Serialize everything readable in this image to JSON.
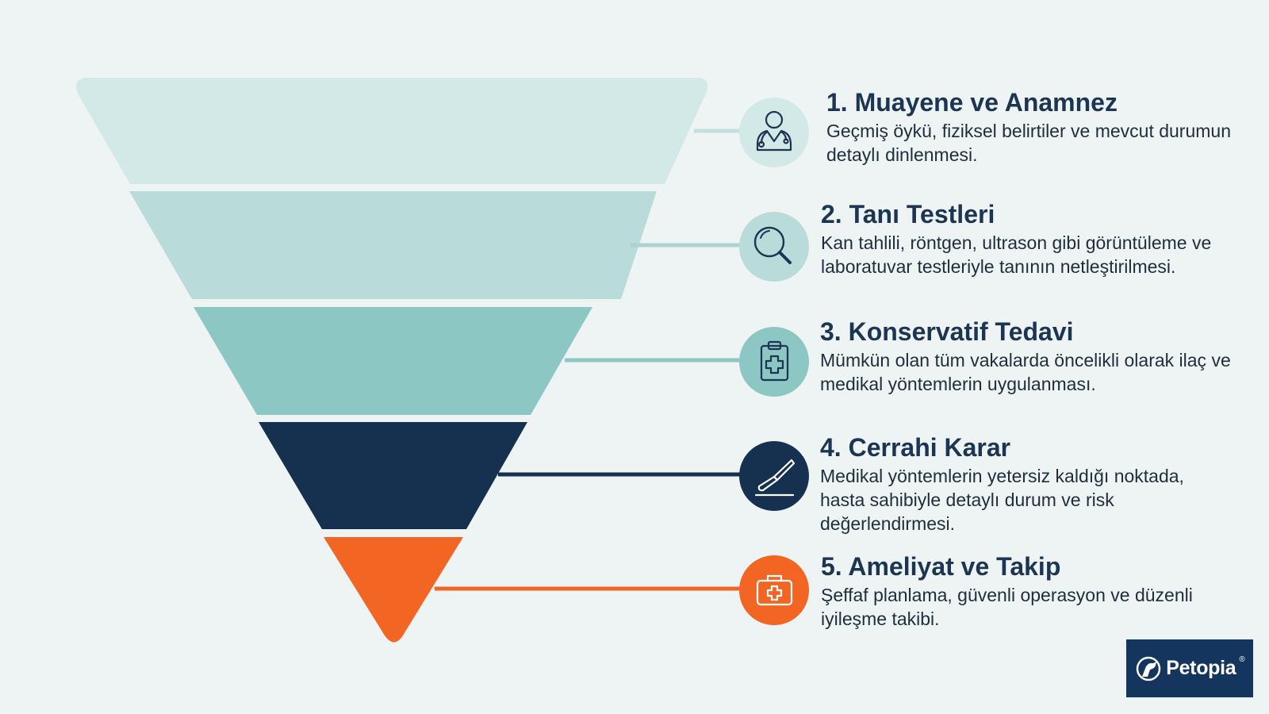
{
  "steps": [
    {
      "title": "1. Muayene ve Anamnez",
      "description": "Geçmiş öykü, fiziksel belirtiler ve mevcut durumun detaylı dinlenmesi.",
      "icon": "doctor-stethoscope-icon",
      "color": "#d3e9e8"
    },
    {
      "title": "2. Tanı Testleri",
      "description": "Kan tahlili, röntgen, ultrason gibi görüntüleme ve laboratuvar testleriyle tanının netleştirilmesi.",
      "icon": "magnifier-icon",
      "color": "#b9dcdb"
    },
    {
      "title": "3. Konservatif Tedavi",
      "description": "Mümkün olan tüm vakalarda öncelikli olarak ilaç ve medikal yöntemlerin uygulanması.",
      "icon": "clipboard-medical-icon",
      "color": "#8cc7c4"
    },
    {
      "title": "4. Cerrahi Karar",
      "description": "Medikal yöntemlerin yetersiz kaldığı noktada, hasta sahibiyle detaylı durum ve risk değerlendirmesi.",
      "icon": "scalpel-icon",
      "color": "#15314f"
    },
    {
      "title": "5. Ameliyat ve Takip",
      "description": "Şeffaf planlama, güvenli operasyon ve düzenli iyileşme takibi.",
      "icon": "first-aid-kit-icon",
      "color": "#f26522"
    }
  ],
  "logo": {
    "text": "Petopia",
    "registered": "®"
  }
}
